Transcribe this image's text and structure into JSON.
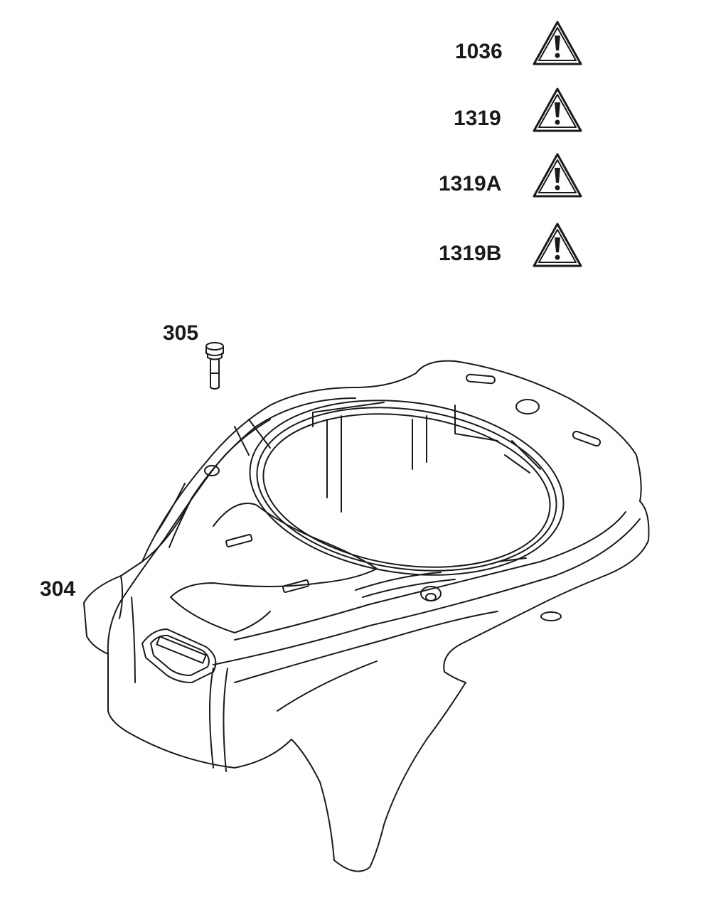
{
  "callouts": {
    "c1036": "1036",
    "c1319": "1319",
    "c1319a": "1319A",
    "c1319b": "1319B",
    "c305": "305",
    "c304": "304"
  },
  "warning_icon": "warning-triangle-icon",
  "colors": {
    "line": "#1a1a1a",
    "background": "#ffffff"
  }
}
